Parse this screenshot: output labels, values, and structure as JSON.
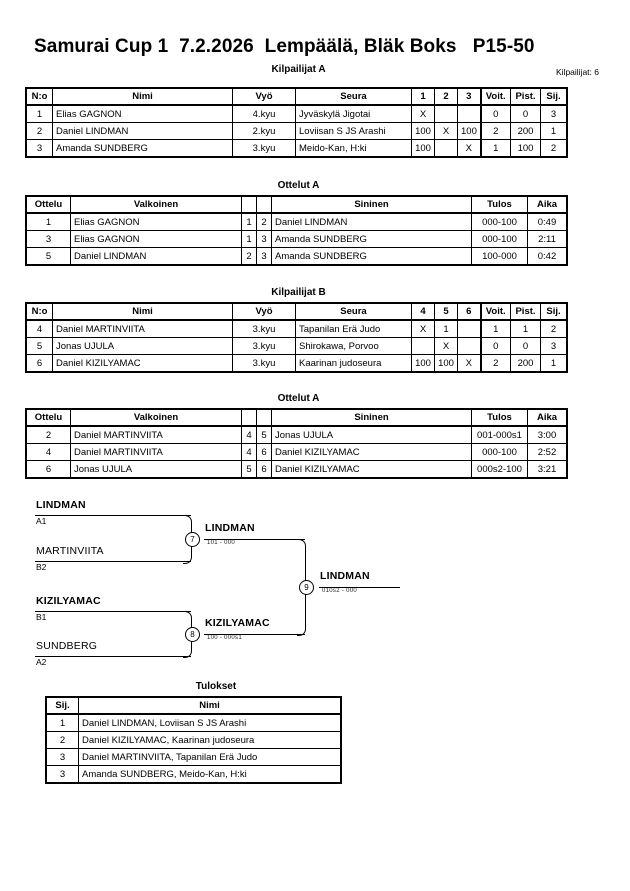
{
  "header": {
    "title": "Samurai Cup 1  7.2.2026  Lempäälä, Bläk Boks   P15-50",
    "entrants": "Kilpailijat: 6"
  },
  "pool_a": {
    "caption": "Kilpailijat A",
    "columns": [
      "N:o",
      "Nimi",
      "Vyö",
      "Seura",
      "1",
      "2",
      "3",
      "Voit.",
      "Pist.",
      "Sij."
    ],
    "rows": [
      {
        "no": "1",
        "name": "Elias GAGNON",
        "belt": "4.kyu",
        "club": "Jyväskylä Jigotai",
        "m": [
          "X",
          "",
          ""
        ],
        "wins": "0",
        "points": "0",
        "rank": "3"
      },
      {
        "no": "2",
        "name": "Daniel LINDMAN",
        "belt": "2.kyu",
        "club": "Loviisan S JS Arashi",
        "m": [
          "100",
          "X",
          "100"
        ],
        "wins": "2",
        "points": "200",
        "rank": "1"
      },
      {
        "no": "3",
        "name": "Amanda SUNDBERG",
        "belt": "3.kyu",
        "club": "Meido-Kan, H:ki",
        "m": [
          "100",
          "",
          "X"
        ],
        "wins": "1",
        "points": "100",
        "rank": "2"
      }
    ]
  },
  "matches_a": {
    "caption": "Ottelut A",
    "columns": [
      "Ottelu",
      "Valkoinen",
      "",
      "",
      "Sininen",
      "Tulos",
      "Aika"
    ],
    "rows": [
      {
        "no": "1",
        "white": "Elias GAGNON",
        "white_bold": false,
        "wn": "1",
        "bn": "2",
        "blue": "Daniel LINDMAN",
        "blue_bold": true,
        "result": "000-100",
        "time": "0:49"
      },
      {
        "no": "3",
        "white": "Elias GAGNON",
        "white_bold": false,
        "wn": "1",
        "bn": "3",
        "blue": "Amanda SUNDBERG",
        "blue_bold": true,
        "result": "000-100",
        "time": "2:11"
      },
      {
        "no": "5",
        "white": "Daniel LINDMAN",
        "white_bold": true,
        "wn": "2",
        "bn": "3",
        "blue": "Amanda SUNDBERG",
        "blue_bold": false,
        "result": "100-000",
        "time": "0:42"
      }
    ]
  },
  "pool_b": {
    "caption": "Kilpailijat B",
    "columns": [
      "N:o",
      "Nimi",
      "Vyö",
      "Seura",
      "4",
      "5",
      "6",
      "Voit.",
      "Pist.",
      "Sij."
    ],
    "rows": [
      {
        "no": "4",
        "name": "Daniel MARTINVIITA",
        "belt": "3.kyu",
        "club": "Tapanilan Erä Judo",
        "m": [
          "X",
          "1",
          ""
        ],
        "wins": "1",
        "points": "1",
        "rank": "2"
      },
      {
        "no": "5",
        "name": "Jonas UJULA",
        "belt": "3.kyu",
        "club": "Shirokawa, Porvoo",
        "m": [
          "",
          "X",
          ""
        ],
        "wins": "0",
        "points": "0",
        "rank": "3"
      },
      {
        "no": "6",
        "name": "Daniel KIZILYAMAC",
        "belt": "3.kyu",
        "club": "Kaarinan judoseura",
        "m": [
          "100",
          "100",
          "X"
        ],
        "wins": "2",
        "points": "200",
        "rank": "1"
      }
    ]
  },
  "matches_b": {
    "caption": "Ottelut A",
    "columns": [
      "Ottelu",
      "Valkoinen",
      "",
      "",
      "Sininen",
      "Tulos",
      "Aika"
    ],
    "rows": [
      {
        "no": "2",
        "white": "Daniel MARTINVIITA",
        "white_bold": true,
        "wn": "4",
        "bn": "5",
        "blue": "Jonas UJULA",
        "blue_bold": false,
        "result": "001-000s1",
        "time": "3:00"
      },
      {
        "no": "4",
        "white": "Daniel MARTINVIITA",
        "white_bold": false,
        "wn": "4",
        "bn": "6",
        "blue": "Daniel KIZILYAMAC",
        "blue_bold": true,
        "result": "000-100",
        "time": "2:52"
      },
      {
        "no": "6",
        "white": "Jonas UJULA",
        "white_bold": false,
        "wn": "5",
        "bn": "6",
        "blue": "Daniel KIZILYAMAC",
        "blue_bold": true,
        "result": "000s2-100",
        "time": "3:21"
      }
    ]
  },
  "bracket": {
    "entries": [
      {
        "name": "LINDMAN",
        "seed": "A1",
        "winner": true
      },
      {
        "name": "MARTINVIITA",
        "seed": "B2",
        "winner": false
      },
      {
        "name": "KIZILYAMAC",
        "seed": "B1",
        "winner": true
      },
      {
        "name": "SUNDBERG",
        "seed": "A2",
        "winner": false
      }
    ],
    "semifinals": [
      {
        "match": "7",
        "winner": "LINDMAN",
        "score": "101 - 000"
      },
      {
        "match": "8",
        "winner": "KIZILYAMAC",
        "score": "100 - 000s1"
      }
    ],
    "final": {
      "match": "9",
      "winner": "LINDMAN",
      "score": "010s2 - 000"
    }
  },
  "results": {
    "caption": "Tulokset",
    "columns": [
      "Sij.",
      "Nimi"
    ],
    "rows": [
      {
        "rank": "1",
        "name": "Daniel LINDMAN, Loviisan S JS Arashi"
      },
      {
        "rank": "2",
        "name": "Daniel KIZILYAMAC, Kaarinan judoseura"
      },
      {
        "rank": "3",
        "name": "Daniel MARTINVIITA, Tapanilan Erä Judo"
      },
      {
        "rank": "3",
        "name": "Amanda SUNDBERG, Meido-Kan, H:ki"
      }
    ]
  }
}
